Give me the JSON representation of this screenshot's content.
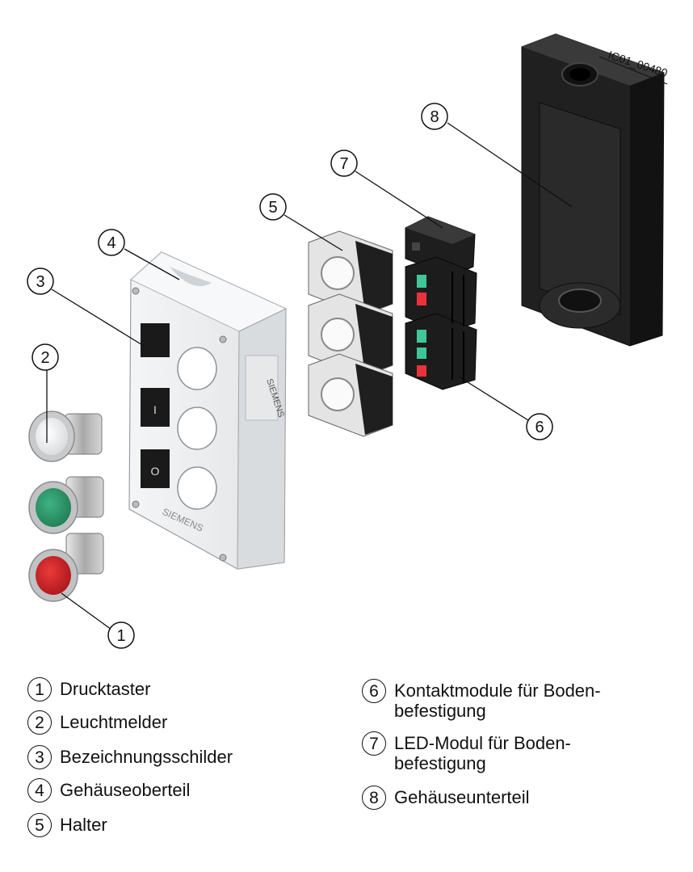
{
  "figure_code": "IC01_00480",
  "brand": "SIEMENS",
  "callouts": [
    "1",
    "2",
    "3",
    "4",
    "5",
    "6",
    "7",
    "8"
  ],
  "legend": [
    {
      "num": "1",
      "text": "Drucktaster"
    },
    {
      "num": "2",
      "text": "Leuchtmelder"
    },
    {
      "num": "3",
      "text": "Bezeichnungsschilder"
    },
    {
      "num": "4",
      "text": "Gehäuseoberteil"
    },
    {
      "num": "5",
      "text": "Halter"
    },
    {
      "num": "6",
      "text": "Kontaktmodule für Boden-\nbefestigung"
    },
    {
      "num": "7",
      "text": "LED-Modul für Boden-\nbefestigung"
    },
    {
      "num": "8",
      "text": "Gehäuseunterteil"
    }
  ],
  "colors": {
    "button_green": "#2f9a6a",
    "button_red": "#d8282c",
    "housing_white": "#eceef0",
    "housing_black": "#1c1c1c",
    "contact_green": "#3fc79a",
    "contact_red": "#e8323c"
  }
}
